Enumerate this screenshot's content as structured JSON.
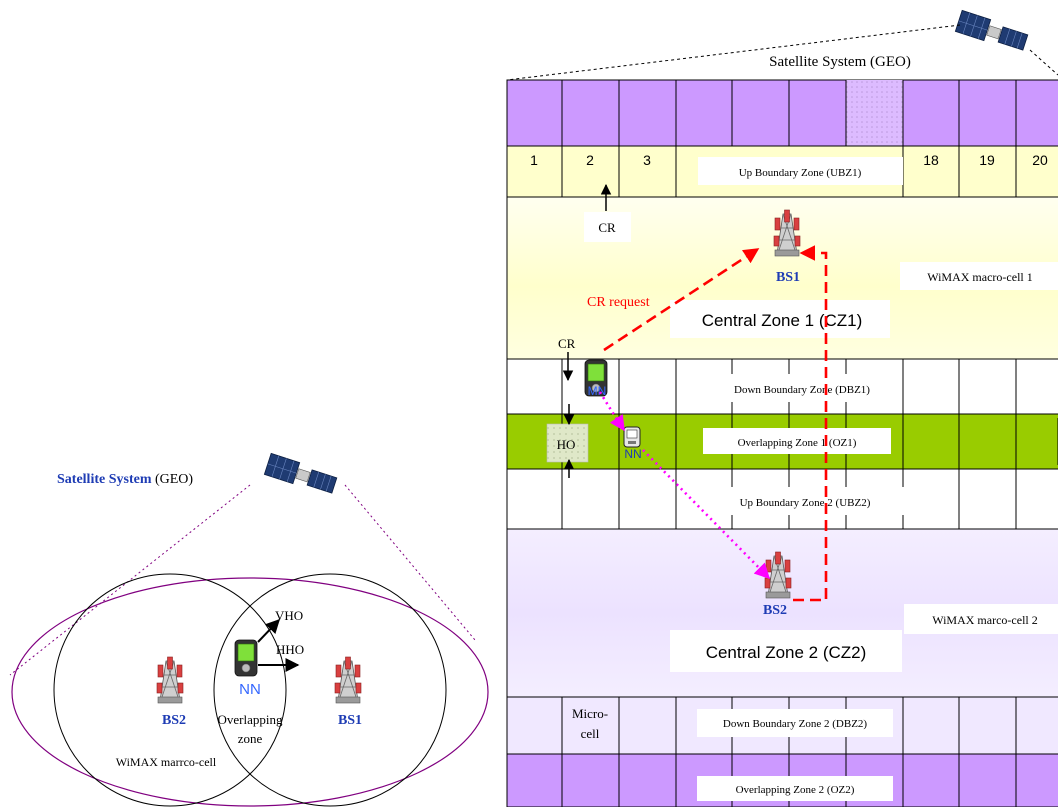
{
  "left_figure": {
    "satellite_label_bold": "Satellite System",
    "satellite_label_rest": " (GEO)",
    "bs2_label": "BS2",
    "bs1_label": "BS1",
    "nn_label": "NN",
    "vho_label": "VHO",
    "hho_label": "HHO",
    "overlap_line1": "Overlapping",
    "overlap_line2": "zone",
    "macrocell_label": "WiMAX marrco-cell"
  },
  "right_figure": {
    "satellite_label": "Satellite System (GEO)",
    "cell_numbers_left": [
      "1",
      "2",
      "3"
    ],
    "cell_numbers_right": [
      "18",
      "19",
      "20"
    ],
    "ubz1_label": "Up Boundary Zone (UBZ1)",
    "cr_top_label": "CR",
    "bs1_label": "BS1",
    "macrocell1_label": "WiMAX macro-cell 1",
    "cr_request_label": "CR request",
    "cz1_label": "Central Zone 1 (CZ1)",
    "cr_left_label": "CR",
    "mn_label": "MN",
    "dbz1_label": "Down Boundary Zone (DBZ1)",
    "ho_label": "HO",
    "nn_label": "NN",
    "oz1_label": "Overlapping Zone 1 (OZ1)",
    "ubz2_label": "Up Boundary Zone 2 (UBZ2)",
    "bs2_label": "BS2",
    "macrocell2_label": "WiMAX marco-cell 2",
    "cz2_label": "Central Zone 2 (CZ2)",
    "microcell_line1": "Micro-",
    "microcell_line2": "cell",
    "dbz2_label": "Down Boundary Zone 2 (DBZ2)",
    "oz2_label": "Overlapping Zone 2 (OZ2)"
  },
  "colors": {
    "purple_band": "#cc99ff",
    "cream_band": "#ffffcc",
    "light_cream": "#fffff0",
    "green_band": "#99cc00",
    "lavender_band": "#f0e8ff",
    "red_arrow": "#ff0000",
    "magenta_arrow": "#ff00ff",
    "blue_text": "#1e3cb4",
    "nn_blue": "#3366ff"
  }
}
